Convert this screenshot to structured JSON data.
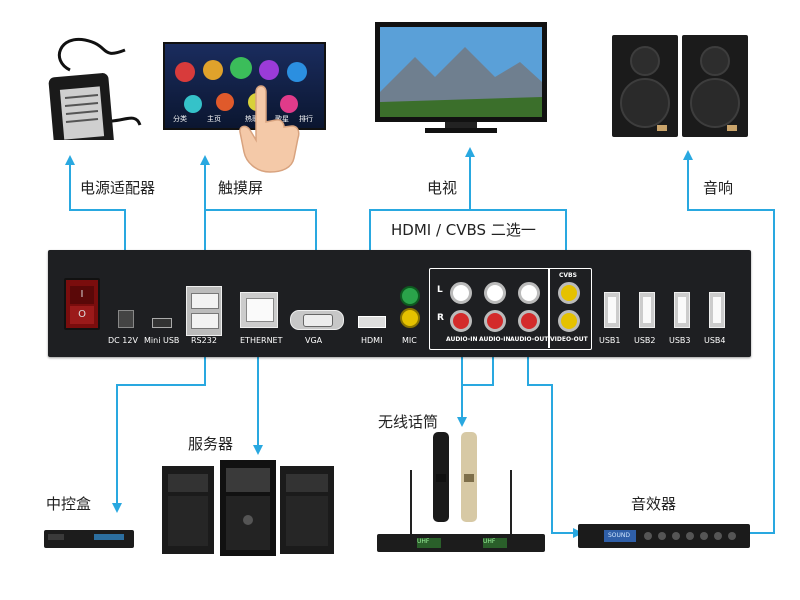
{
  "devices": {
    "power_adapter": "电源适配器",
    "touchscreen": "触摸屏",
    "tv": "电视",
    "speakers": "音响",
    "hdmi_cvbs_note": "HDMI / CVBS 二选一",
    "wireless_mic": "无线话筒",
    "server": "服务器",
    "control_box": "中控盒",
    "effects_unit": "音效器"
  },
  "ports": {
    "dc": "DC 12V",
    "mini_usb": "Mini USB",
    "rs232": "RS232",
    "ethernet": "ETHERNET",
    "vga": "VGA",
    "hdmi": "HDMI",
    "mic": "MIC",
    "audio_in_1": "AUDIO-IN",
    "audio_in_2": "AUDIO-IN",
    "audio_out": "AUDIO-OUT",
    "video_out": "VIDEO-OUT",
    "cvbs": "CVBS",
    "left": "L",
    "right": "R",
    "usb1": "USB1",
    "usb2": "USB2",
    "usb3": "USB3",
    "usb4": "USB4"
  },
  "screen_menu": [
    "分类",
    "主页",
    "热歌",
    "歌星",
    "排行"
  ],
  "mic_display": [
    "UHF",
    "UHF"
  ],
  "effects_display": "SOUND",
  "colors": {
    "wire": "#29a8e0",
    "panel": "#1e1f22",
    "rca_red": "#d32b2b",
    "rca_yellow": "#e5c100",
    "rca_green": "#2aa34a"
  }
}
